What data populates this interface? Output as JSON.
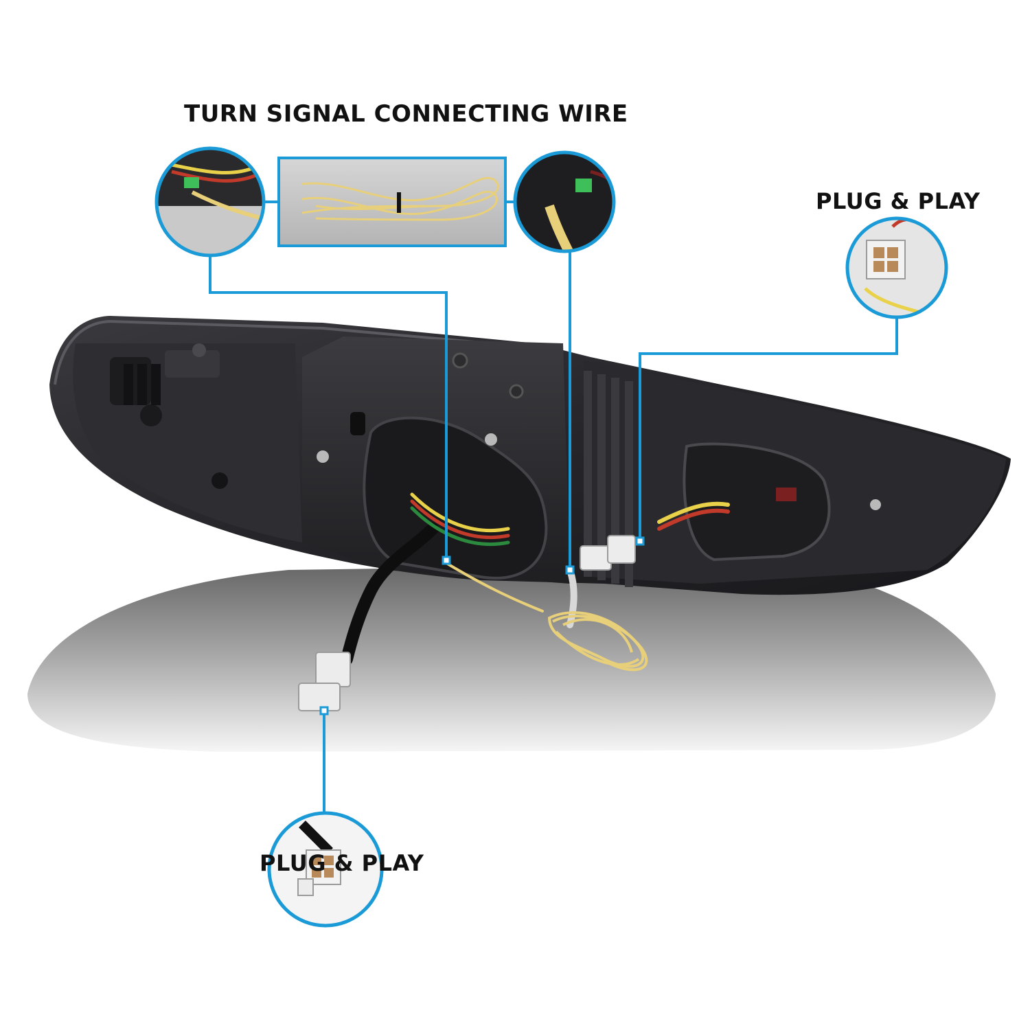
{
  "callouts": {
    "turn_signal": "TURN SIGNAL CONNECTING WIRE",
    "plug_play_right": "PLUG & PLAY",
    "plug_play_bottom": "PLUG & PLAY"
  },
  "colors": {
    "accent": "#1a9ad6",
    "lamp_body": "#2b2b2e",
    "shadow": "#8a8a8a",
    "wire": "#e8cf7a",
    "connector": "#ececec"
  }
}
